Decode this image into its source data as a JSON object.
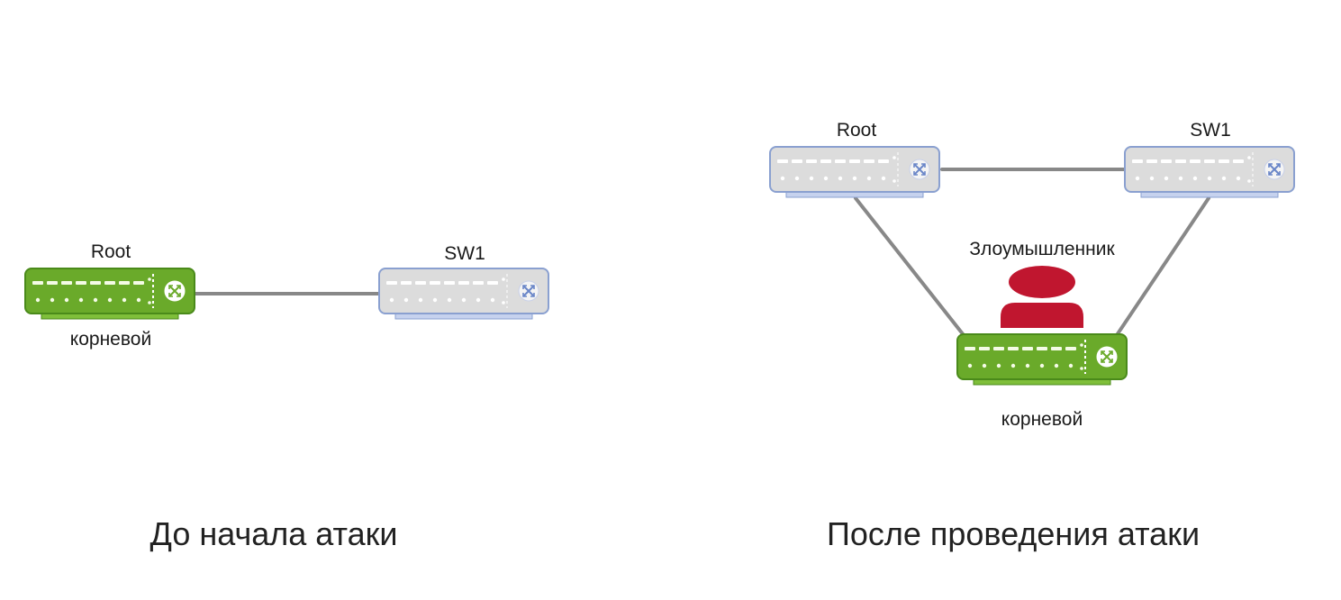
{
  "colors": {
    "background": "#ffffff",
    "link": "#888888",
    "root_switch_fill": "#6aaa2a",
    "root_switch_border": "#4a8a1a",
    "switch_fill": "#dcdcdc",
    "switch_border": "#8aa0d0",
    "attacker": "#c0162f"
  },
  "before": {
    "root_label": "Root",
    "root_sublabel": "корневой",
    "sw1_label": "SW1",
    "caption": "До начала атаки"
  },
  "after": {
    "root_label": "Root",
    "sw1_label": "SW1",
    "attacker_label": "Злоумышленник",
    "attacker_sublabel": "корневой",
    "caption": "После проведения атаки"
  },
  "icons": {
    "switch": "network-switch-icon",
    "attacker": "person-icon"
  }
}
